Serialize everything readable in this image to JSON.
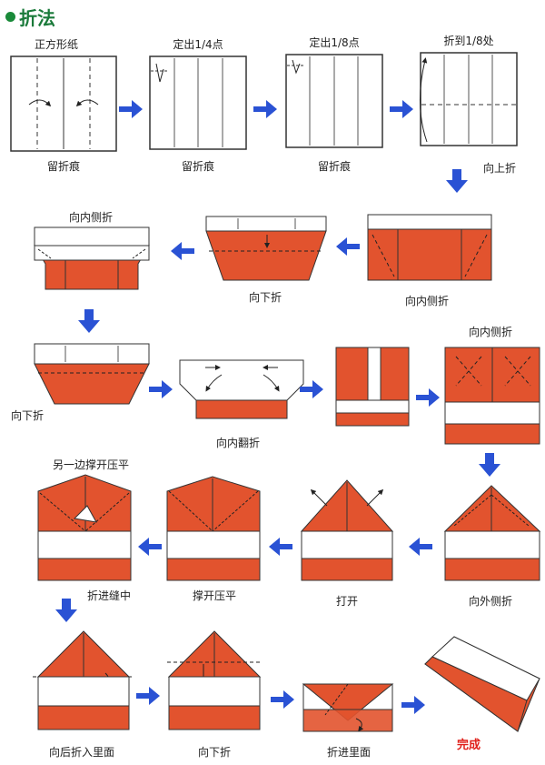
{
  "title": "折法",
  "colors": {
    "paper_orange": "#e2532e",
    "paper_white": "#ffffff",
    "arrow_blue": "#2a52d4",
    "title_green": "#1a7a3a",
    "done_red": "#e0201a"
  },
  "steps": [
    {
      "label": "正方形纸"
    },
    {
      "label": "定出1/4点"
    },
    {
      "label": "定出1/8点"
    },
    {
      "label": "折到1/8处"
    },
    {
      "label": "留折痕"
    },
    {
      "label": "留折痕"
    },
    {
      "label": "留折痕"
    },
    {
      "label": "向上折"
    },
    {
      "label": "向内侧折"
    },
    {
      "label": "向下折"
    },
    {
      "label": "向内侧折"
    },
    {
      "label": "向下折"
    },
    {
      "label": "向内翻折"
    },
    {
      "label": "向内侧折"
    },
    {
      "label": "另一边撑开压平"
    },
    {
      "label": "折进缝中"
    },
    {
      "label": "撑开压平"
    },
    {
      "label": "打开"
    },
    {
      "label": "向外侧折"
    },
    {
      "label": "向后折入里面"
    },
    {
      "label": "向下折"
    },
    {
      "label": "折进里面"
    },
    {
      "label": "完成"
    }
  ]
}
